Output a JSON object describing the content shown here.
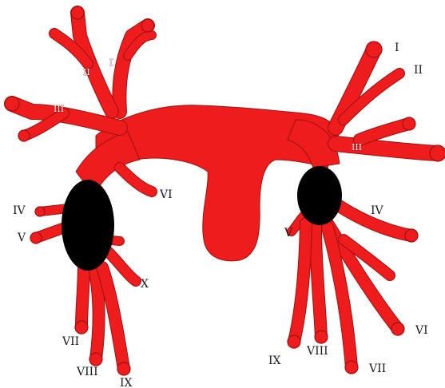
{
  "colors": {
    "vessel": "#ee1c1c",
    "vessel_outline": "#a01010",
    "mass": "#000000",
    "background": "#ffffff"
  },
  "left_labels": {
    "I": "I",
    "II": "II",
    "III": "III",
    "IV": "IV",
    "V": "V",
    "VI": "VI",
    "VII": "VII",
    "VIII": "VIII",
    "IX": "IX",
    "X": "X"
  },
  "right_labels": {
    "I": "I",
    "II": "II",
    "III": "III",
    "IV": "IV",
    "V": "V",
    "VI": "VI",
    "VII": "VII",
    "VIII": "VIII",
    "IX": "IX"
  }
}
